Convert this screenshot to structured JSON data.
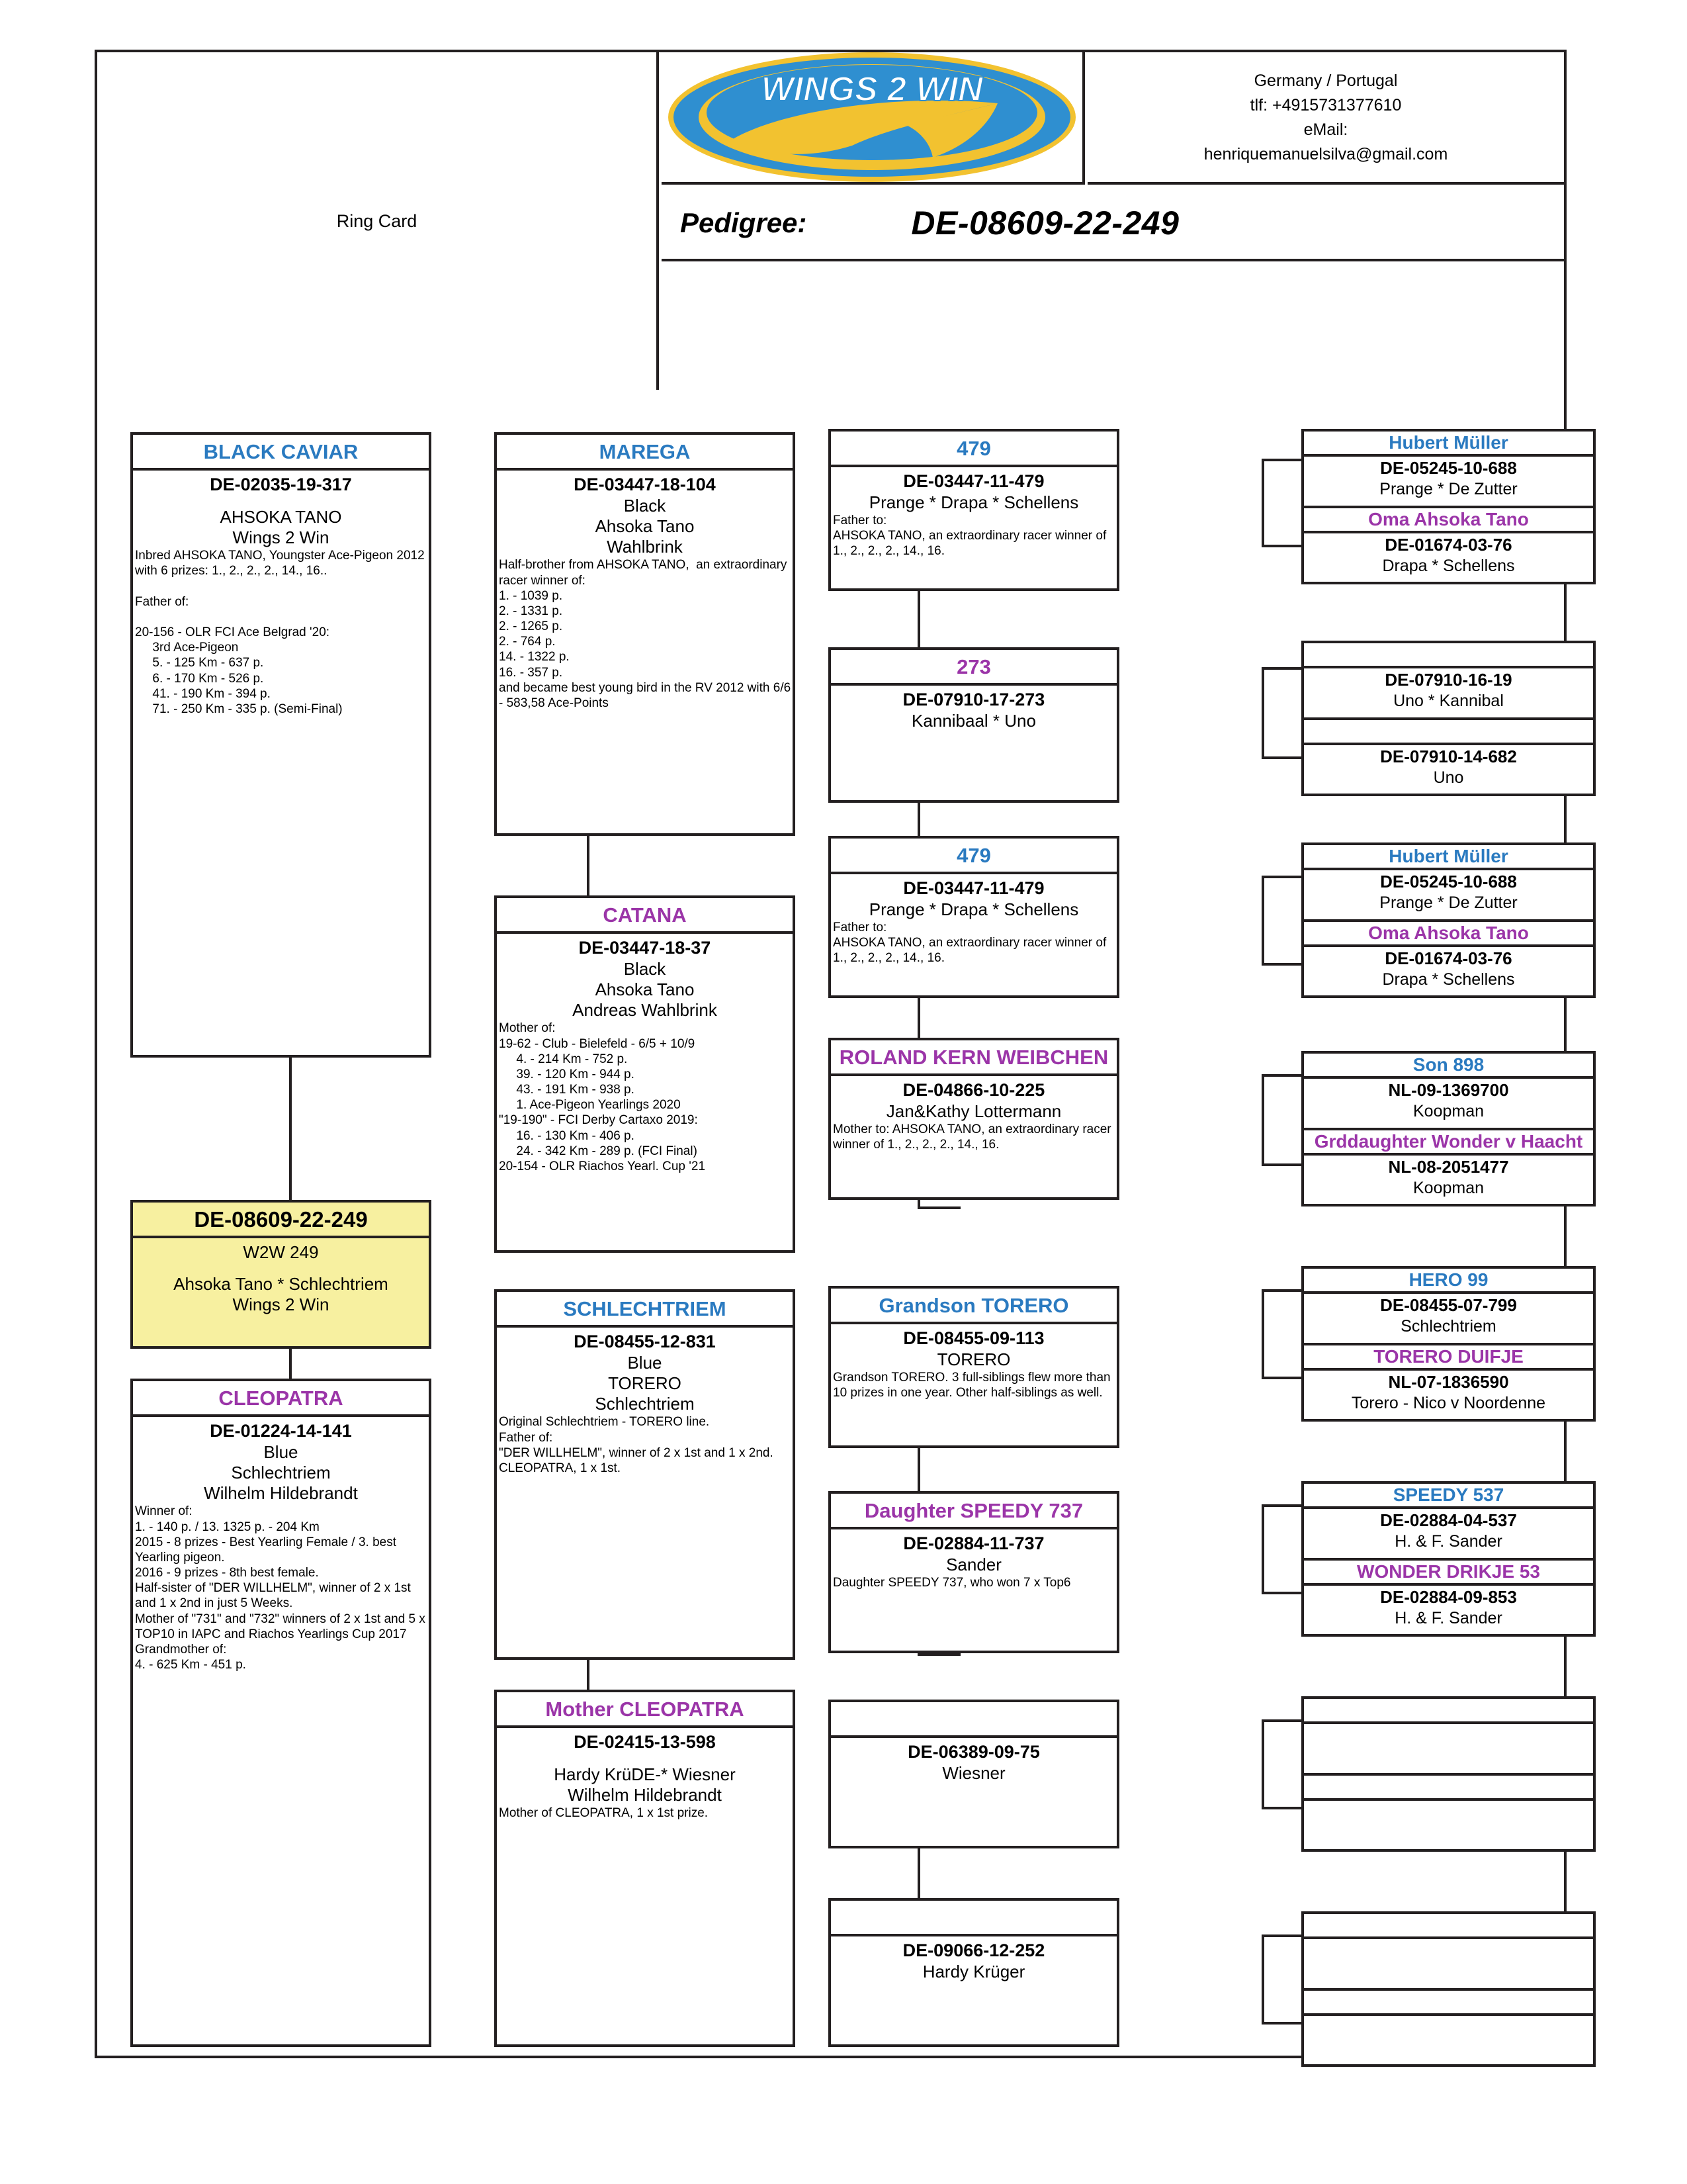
{
  "header": {
    "ring_card_label": "Ring Card",
    "logo_text": "WINGS 2 WIN",
    "country": "Germany / Portugal",
    "phone": "tlf: +4915731377610",
    "email_label": "eMail:",
    "email": "henriquemanuelsilva@gmail.com",
    "pedigree_label": "Pedigree:",
    "pedigree_id": "DE-08609-22-249"
  },
  "self": {
    "ring": "DE-08609-22-249",
    "name": "W2W 249",
    "line1": "Ahsoka Tano * Schlechtriem",
    "line2": "Wings 2 Win"
  },
  "gen1": {
    "sire": {
      "title": "BLACK CAVIAR",
      "ring": "DE-02035-19-317",
      "color": "",
      "strain": "AHSOKA TANO",
      "breeder": "Wings 2 Win",
      "desc": "Inbred AHSOKA TANO, Youngster Ace-Pigeon 2012 with 6 prizes: 1., 2., 2., 2., 14., 16..\n\nFather of:\n\n20-156 - OLR FCI Ace Belgrad '20:\n     3rd Ace-Pigeon\n     5. - 125 Km - 637 p.\n     6. - 170 Km - 526 p.\n     41. - 190 Km - 394 p.\n     71. - 250 Km - 335 p. (Semi-Final)"
    },
    "dam": {
      "title": "CLEOPATRA",
      "ring": "DE-01224-14-141",
      "color": "Blue",
      "strain": "Schlechtriem",
      "breeder": "Wilhelm Hildebrandt",
      "desc": "Winner of:\n1. - 140 p. / 13. 1325 p. - 204 Km\n2015 - 8 prizes - Best Yearling Female / 3. best Yearling pigeon.\n2016 - 9 prizes - 8th best female.\nHalf-sister of \"DER WILLHELM\", winner of 2 x 1st and 1 x 2nd in just 5 Weeks.\nMother of \"731\" and \"732\" winners of 2 x 1st and 5 x TOP10 in IAPC and Riachos Yearlings Cup 2017\nGrandmother of:\n4. - 625 Km - 451 p."
    }
  },
  "gen2": {
    "ss": {
      "title": "MAREGA",
      "ring": "DE-03447-18-104",
      "color": "Black",
      "strain": "Ahsoka Tano",
      "breeder": "Wahlbrink",
      "desc": "Half-brother from AHSOKA TANO,  an extraordinary racer winner of:\n1. - 1039 p.\n2. - 1331 p.\n2. - 1265 p.\n2. - 764 p.\n14. - 1322 p.\n16. - 357 p.\nand became best young bird in the RV 2012 with 6/6 - 583,58 Ace-Points"
    },
    "sd": {
      "title": "CATANA",
      "ring": "DE-03447-18-37",
      "color": "Black",
      "strain": "Ahsoka Tano",
      "breeder": "Andreas Wahlbrink",
      "desc": "Mother of:\n19-62 - Club - Bielefeld - 6/5 + 10/9\n     4. - 214 Km - 752 p.\n     39. - 120 Km - 944 p.\n     43. - 191 Km - 938 p.\n     1. Ace-Pigeon Yearlings 2020\n\"19-190\" - FCI Derby Cartaxo 2019:\n     16. - 130 Km - 406 p.\n     24. - 342 Km - 289 p. (FCI Final)\n20-154 - OLR Riachos Yearl. Cup '21"
    },
    "ds": {
      "title": "SCHLECHTRIEM",
      "ring": "DE-08455-12-831",
      "color": "Blue",
      "strain": "TORERO",
      "breeder": "Schlechtriem",
      "desc": "Original Schlechtriem - TORERO line.\nFather of:\n\"DER WILLHELM\", winner of 2 x 1st and 1 x 2nd.\nCLEOPATRA, 1 x 1st."
    },
    "dd": {
      "title": "Mother CLEOPATRA",
      "ring": "DE-02415-13-598",
      "color": "",
      "strain": "Hardy KrüDE-* Wiesner",
      "breeder": "Wilhelm Hildebrandt",
      "desc": "Mother of CLEOPATRA, 1 x 1st prize."
    }
  },
  "gen3": {
    "sss": {
      "title": "479",
      "title_color": "blue",
      "ring": "DE-03447-11-479",
      "sub": "Prange * Drapa * Schellens",
      "desc": "Father to:\nAHSOKA TANO, an extraordinary racer winner of 1., 2., 2., 2., 14., 16."
    },
    "ssd": {
      "title": "273",
      "title_color": "violet",
      "ring": "DE-07910-17-273",
      "sub": "Kannibaal * Uno",
      "desc": ""
    },
    "sds": {
      "title": "479",
      "title_color": "blue",
      "ring": "DE-03447-11-479",
      "sub": "Prange * Drapa * Schellens",
      "desc": "Father to:\nAHSOKA TANO, an extraordinary racer winner of 1., 2., 2., 2., 14., 16."
    },
    "sdd": {
      "title": "ROLAND KERN WEIBCHEN",
      "title_color": "violet",
      "ring": "DE-04866-10-225",
      "sub": "Jan&Kathy Lottermann",
      "desc": "Mother to: AHSOKA TANO, an extraordinary racer winner of 1., 2., 2., 2., 14., 16."
    },
    "dss": {
      "title": "Grandson TORERO",
      "title_color": "blue",
      "ring": "DE-08455-09-113",
      "sub": "TORERO",
      "desc": "Grandson TORERO. 3 full-siblings flew more than 10 prizes in one year. Other half-siblings as well."
    },
    "dsd": {
      "title": "Daughter SPEEDY 737",
      "title_color": "violet",
      "ring": "DE-02884-11-737",
      "sub": "Sander",
      "desc": "Daughter SPEEDY 737, who won 7 x Top6"
    },
    "dds": {
      "title": "",
      "title_color": "",
      "ring": "DE-06389-09-75",
      "sub": "Wiesner",
      "desc": ""
    },
    "ddd": {
      "title": "",
      "title_color": "",
      "ring": "DE-09066-12-252",
      "sub": "Hardy Krüger",
      "desc": ""
    }
  },
  "gen4": [
    {
      "group": "sss",
      "rows": [
        {
          "title": "Hubert Müller",
          "color": "blue",
          "ring": "DE-05245-10-688",
          "sub": "Prange * De Zutter"
        },
        {
          "title": "Oma Ahsoka Tano",
          "color": "violet",
          "ring": "DE-01674-03-76",
          "sub": "Drapa * Schellens"
        }
      ]
    },
    {
      "group": "ssd",
      "rows": [
        {
          "title": "",
          "color": "",
          "ring": "DE-07910-16-19",
          "sub": "Uno * Kannibal"
        },
        {
          "title": "",
          "color": "",
          "ring": "DE-07910-14-682",
          "sub": "Uno"
        }
      ]
    },
    {
      "group": "sds",
      "rows": [
        {
          "title": "Hubert Müller",
          "color": "blue",
          "ring": "DE-05245-10-688",
          "sub": "Prange * De Zutter"
        },
        {
          "title": "Oma Ahsoka Tano",
          "color": "violet",
          "ring": "DE-01674-03-76",
          "sub": "Drapa * Schellens"
        }
      ]
    },
    {
      "group": "sdd",
      "rows": [
        {
          "title": "Son 898",
          "color": "blue",
          "ring": "NL-09-1369700",
          "sub": "Koopman"
        },
        {
          "title": "Grddaughter Wonder v Haacht",
          "color": "violet",
          "ring": "NL-08-2051477",
          "sub": "Koopman"
        }
      ]
    },
    {
      "group": "dss",
      "rows": [
        {
          "title": "HERO 99",
          "color": "blue",
          "ring": "DE-08455-07-799",
          "sub": "Schlechtriem"
        },
        {
          "title": "TORERO DUIFJE",
          "color": "violet",
          "ring": "NL-07-1836590",
          "sub": "Torero - Nico v Noordenne"
        }
      ]
    },
    {
      "group": "dsd",
      "rows": [
        {
          "title": "SPEEDY 537",
          "color": "blue",
          "ring": "DE-02884-04-537",
          "sub": "H. & F. Sander"
        },
        {
          "title": "WONDER DRIKJE 53",
          "color": "violet",
          "ring": "DE-02884-09-853",
          "sub": "H. & F. Sander"
        }
      ]
    },
    {
      "group": "dds",
      "rows": [
        {
          "title": "",
          "color": "",
          "ring": "",
          "sub": ""
        },
        {
          "title": "",
          "color": "",
          "ring": "",
          "sub": ""
        }
      ]
    },
    {
      "group": "ddd",
      "rows": [
        {
          "title": "",
          "color": "",
          "ring": "",
          "sub": ""
        },
        {
          "title": "",
          "color": "",
          "ring": "",
          "sub": ""
        }
      ]
    }
  ],
  "colors": {
    "blue": "#2a7ac0",
    "violet": "#9b35a8",
    "ink": "#231f20",
    "self_bg": "#f7f0a0"
  }
}
